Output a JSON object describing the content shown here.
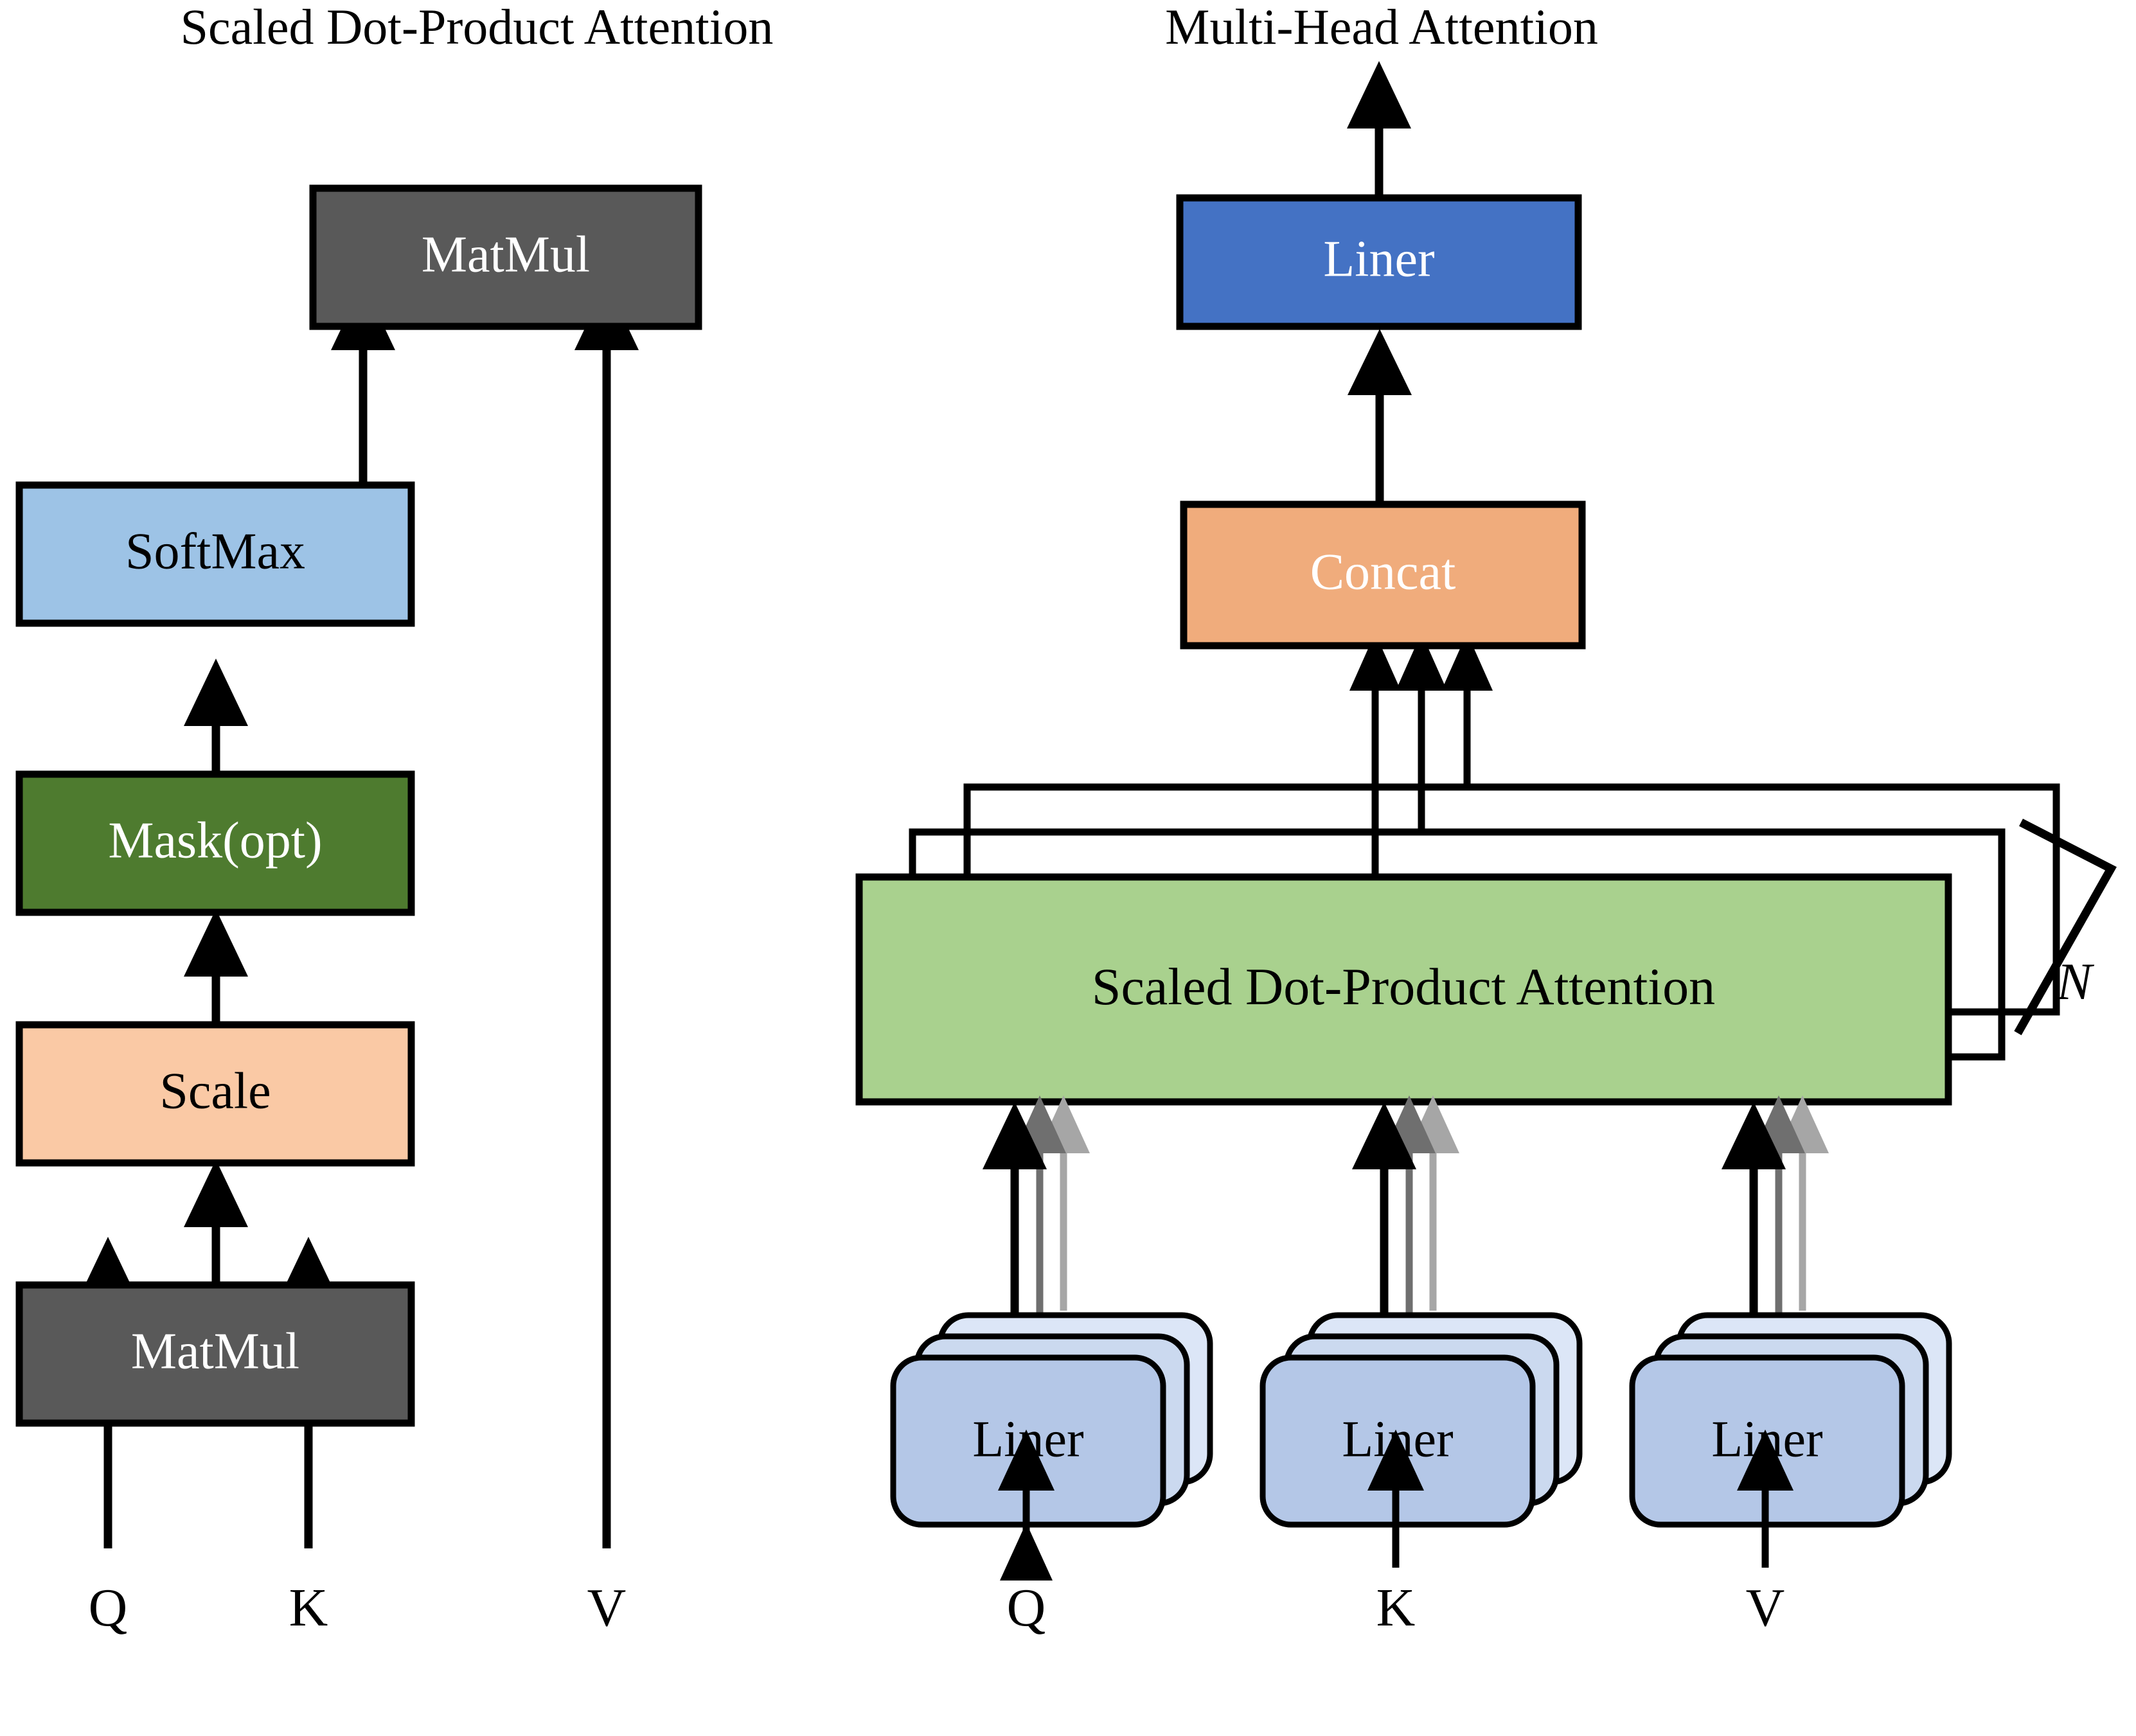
{
  "figure": {
    "type": "diagram",
    "subject": "Transformer attention mechanism",
    "panels": [
      {
        "id": "left",
        "title": "Scaled Dot-Product Attention",
        "nodes": [
          {
            "id": "l-matmul-top",
            "label": "MatMul",
            "fill": "#595959",
            "text_color": "#ffffff"
          },
          {
            "id": "l-softmax",
            "label": "SoftMax",
            "fill": "#9DC3E6",
            "text_color": "#000000"
          },
          {
            "id": "l-mask",
            "label": "Mask(opt)",
            "fill": "#4E7B2F",
            "text_color": "#ffffff"
          },
          {
            "id": "l-scale",
            "label": "Scale",
            "fill": "#FAC9A5",
            "text_color": "#000000"
          },
          {
            "id": "l-matmul-bot",
            "label": "MatMul",
            "fill": "#595959",
            "text_color": "#ffffff"
          }
        ],
        "inputs": [
          {
            "id": "l-in-q",
            "label": "Q"
          },
          {
            "id": "l-in-k",
            "label": "K"
          },
          {
            "id": "l-in-v",
            "label": "V"
          }
        ]
      },
      {
        "id": "right",
        "title": "Multi-Head Attention",
        "nodes": [
          {
            "id": "r-liner-out",
            "label": "Liner",
            "fill": "#4472C4",
            "text_color": "#ffffff"
          },
          {
            "id": "r-concat",
            "label": "Concat",
            "fill": "#F0AC7C",
            "text_color": "#ffffff"
          },
          {
            "id": "r-sdpa",
            "label": "Scaled Dot-Product Attention",
            "fill": "#A9D18E",
            "text_color": "#000000"
          },
          {
            "id": "r-liner-q",
            "label": "Liner",
            "fill": "#B4C7E7",
            "text_color": "#000000"
          },
          {
            "id": "r-liner-k",
            "label": "Liner",
            "fill": "#B4C7E7",
            "text_color": "#000000"
          },
          {
            "id": "r-liner-v",
            "label": "Liner",
            "fill": "#B4C7E7",
            "text_color": "#000000"
          }
        ],
        "inputs": [
          {
            "id": "r-in-q",
            "label": "Q"
          },
          {
            "id": "r-in-k",
            "label": "K"
          },
          {
            "id": "r-in-v",
            "label": "V"
          }
        ],
        "annotation": {
          "id": "r-n-brace",
          "label": "N",
          "meaning": "repeat count of attention heads"
        },
        "stack_depth": 3
      }
    ],
    "palette": {
      "matmul_gray": "#595959",
      "softmax_blue": "#9DC3E6",
      "mask_green": "#4E7B2F",
      "scale_peach": "#FAC9A5",
      "liner_blue": "#4472C4",
      "concat_orange": "#F0AC7C",
      "sdpa_green": "#A9D18E",
      "liner_stack_blue": "#B4C7E7",
      "liner_stack_mid": "#CBD9EF",
      "liner_stack_back": "#DCE6F7",
      "stroke_black": "#000000",
      "gray_arrow_1": "#6f6f6f",
      "gray_arrow_2": "#a6a6a6",
      "background": "#ffffff"
    }
  }
}
